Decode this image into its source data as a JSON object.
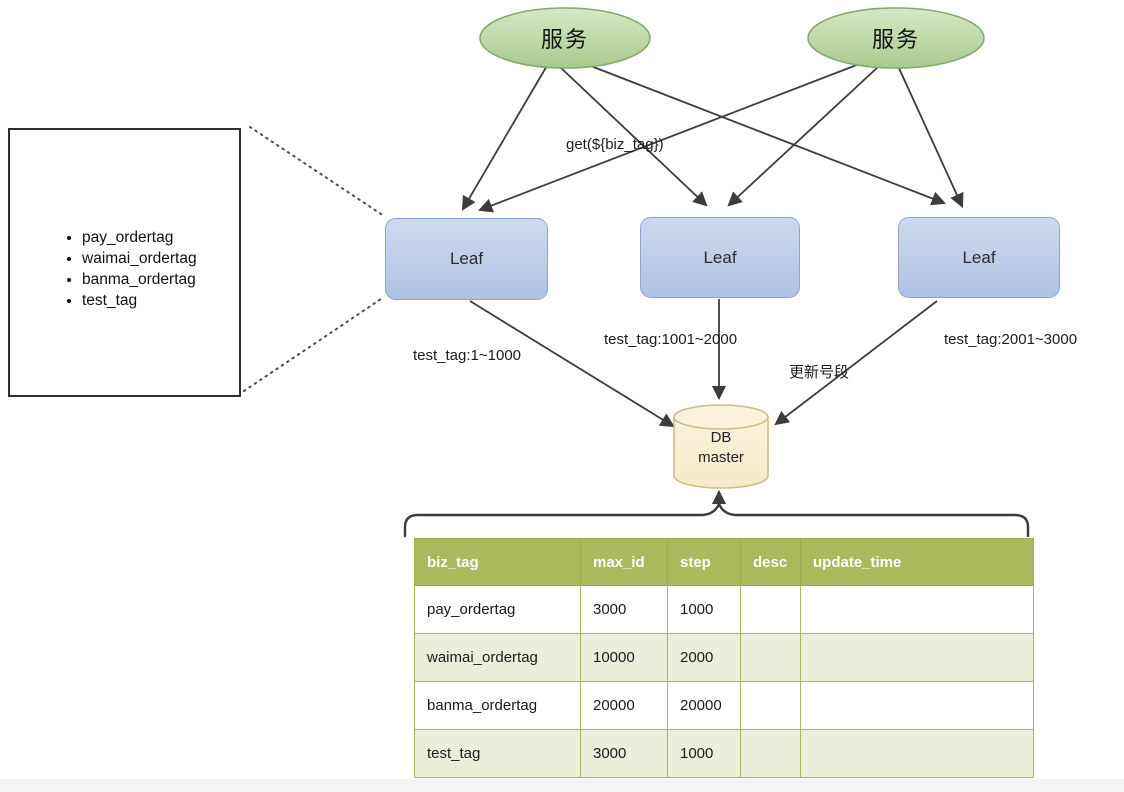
{
  "diagram": {
    "services": [
      {
        "label": "服务"
      },
      {
        "label": "服务"
      }
    ],
    "leafs": [
      {
        "label": "Leaf"
      },
      {
        "label": "Leaf"
      },
      {
        "label": "Leaf"
      }
    ],
    "db": {
      "line1": "DB",
      "line2": "master"
    },
    "edge_labels": {
      "get_call": "get(${biz_tag})",
      "segment1": "test_tag:1~1000",
      "segment2": "test_tag:1001~2000",
      "segment3": "test_tag:2001~3000",
      "update_segment": "更新号段"
    },
    "callout": {
      "items": [
        "pay_ordertag",
        "waimai_ordertag",
        "banma_ordertag",
        "test_tag"
      ]
    },
    "colors": {
      "service_fill": "#b9d6a4",
      "service_border": "#85a96b",
      "leaf_fill": "#bccde8",
      "leaf_border": "#8aa5cc",
      "db_fill": "#f9f0d4",
      "db_border": "#cdbd87",
      "table_header_bg": "#a9ba5c",
      "table_alt_row_bg": "#e9efd9",
      "arrow": "#3c3c3c"
    }
  },
  "table": {
    "headers": [
      "biz_tag",
      "max_id",
      "step",
      "desc",
      "update_time"
    ],
    "rows": [
      [
        "pay_ordertag",
        "3000",
        "1000",
        "",
        ""
      ],
      [
        "waimai_ordertag",
        "10000",
        "2000",
        "",
        ""
      ],
      [
        "banma_ordertag",
        "20000",
        "20000",
        "",
        ""
      ],
      [
        "test_tag",
        "3000",
        "1000",
        "",
        ""
      ]
    ]
  }
}
